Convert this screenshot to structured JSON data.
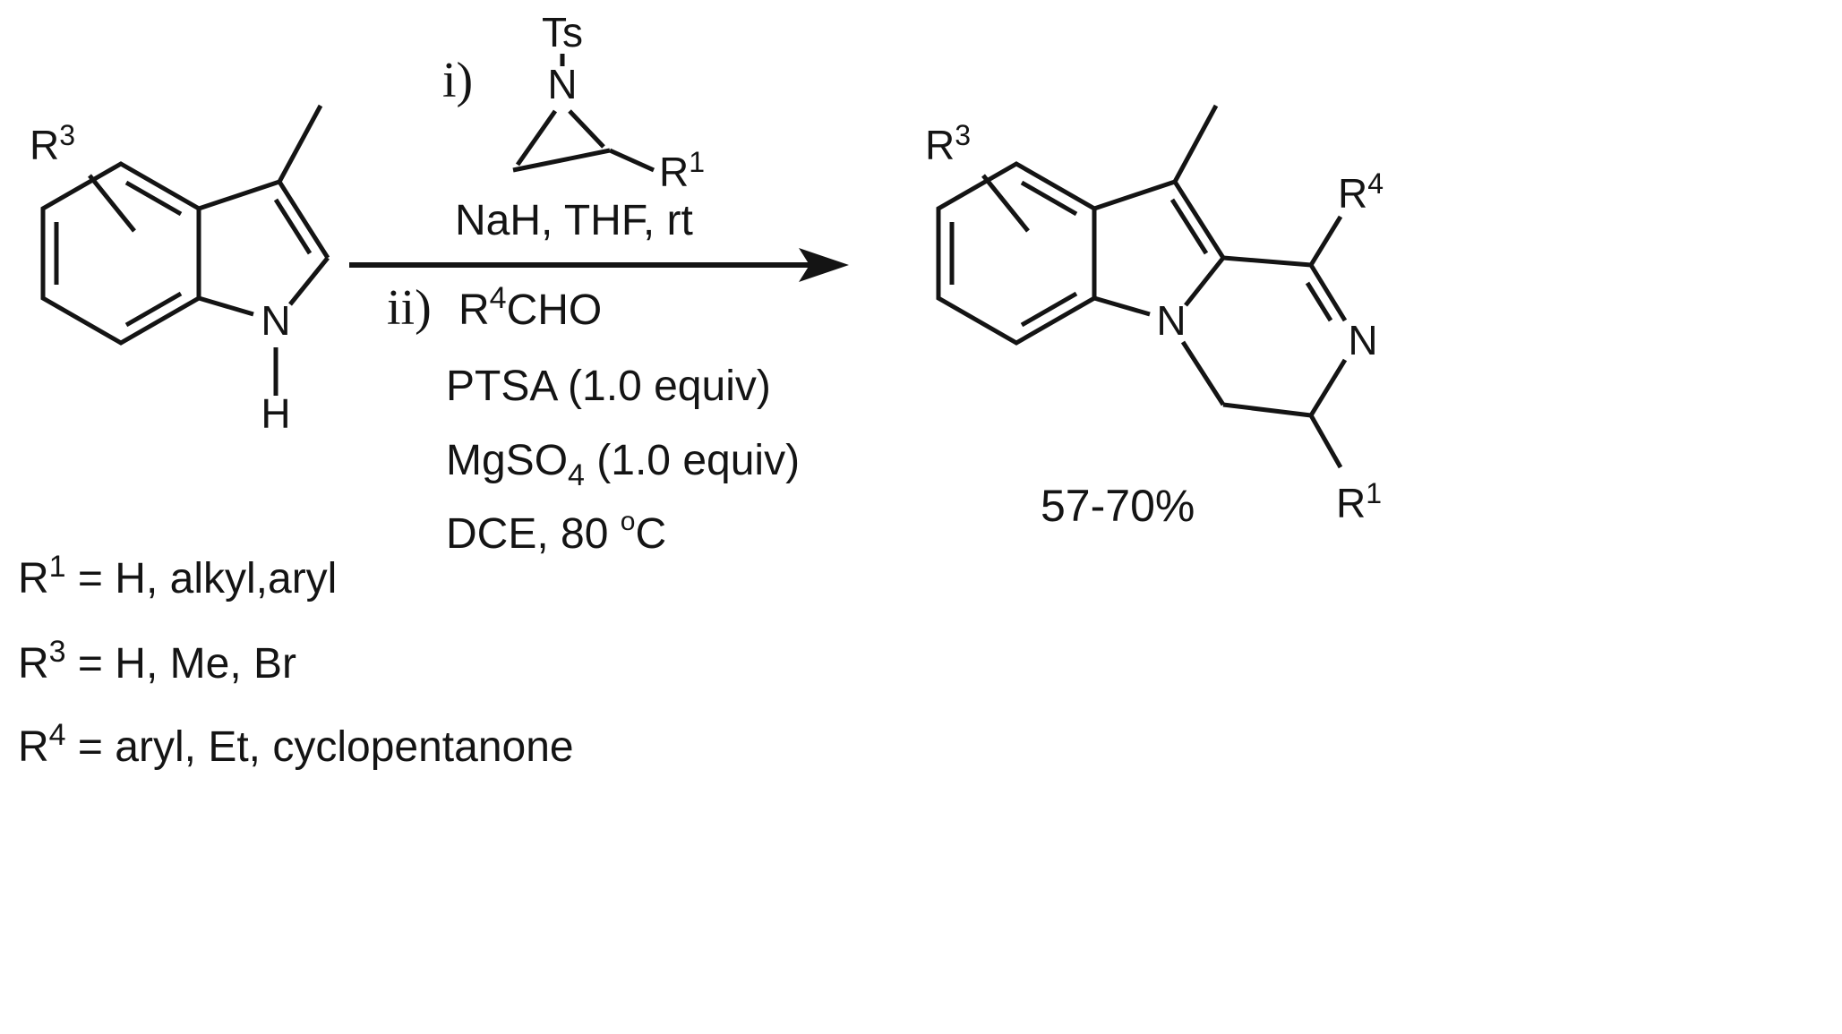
{
  "page": {
    "ink_color": "#141414",
    "background_color": "#ffffff"
  },
  "reactant": {
    "r3": {
      "base": "R",
      "sup": "3"
    },
    "ring_nitrogen": "N",
    "nh_hydrogen": "H"
  },
  "reagent_top": {
    "step_label": "i)",
    "ts_group": "Ts",
    "aziridine_nitrogen": "N",
    "r1": {
      "base": "R",
      "sup": "1"
    },
    "conditions_line": "NaH, THF, rt"
  },
  "conditions_below": {
    "step_label": "ii)",
    "aldehyde": {
      "base": "R",
      "sup": "4",
      "rest": "CHO"
    },
    "line2": "PTSA (1.0 equiv)",
    "line3": {
      "base": "MgSO",
      "sub": "4",
      "rest": " (1.0 equiv)"
    },
    "line4": {
      "base": "DCE, 80 ",
      "sup": "o",
      "rest": "C"
    }
  },
  "product": {
    "r3": {
      "base": "R",
      "sup": "3"
    },
    "r4": {
      "base": "R",
      "sup": "4"
    },
    "ring_nitrogen": "N",
    "imine_nitrogen": "N",
    "r1": {
      "base": "R",
      "sup": "1"
    },
    "yield": "57-70%"
  },
  "legend": [
    {
      "base": "R",
      "sup": "1",
      "rest": " = H, alkyl,aryl"
    },
    {
      "base": "R",
      "sup": "3",
      "rest": " = H, Me, Br"
    },
    {
      "base": "R",
      "sup": "4",
      "rest": " = aryl, Et, cyclopentanone"
    }
  ]
}
